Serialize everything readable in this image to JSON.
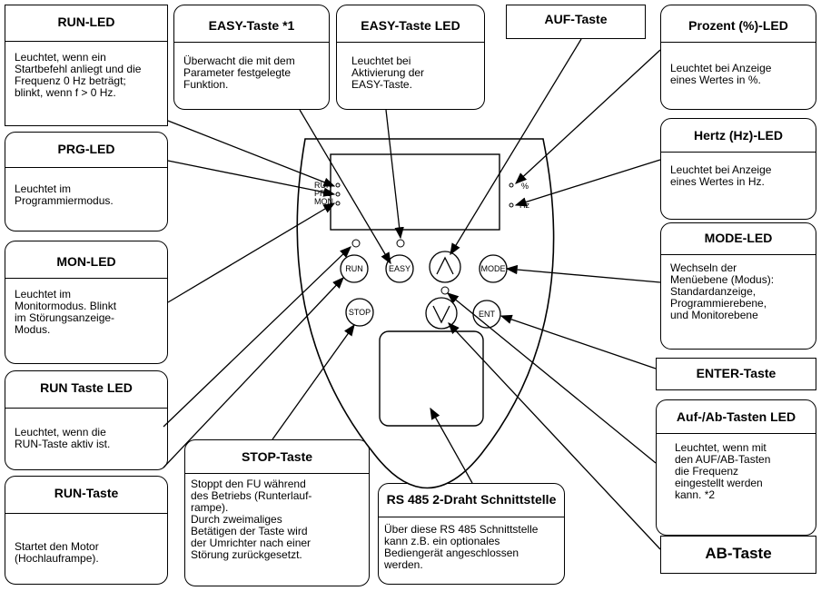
{
  "callouts": {
    "run_led": {
      "title": "RUN-LED",
      "text": "Leuchtet, wenn ein\nStartbefehl anliegt und die\nFrequenz 0 Hz beträgt;\nblinkt, wenn f > 0 Hz."
    },
    "easy_key": {
      "title": "EASY-Taste   *1",
      "text": "Überwacht die mit dem\nParameter festgelegte\nFunktion."
    },
    "easy_led": {
      "title": "EASY-Taste LED",
      "text": "Leuchtet bei\nAktivierung der\nEASY-Taste."
    },
    "up_key": {
      "title": "AUF-Taste"
    },
    "percent_led": {
      "title": "Prozent (%)-LED",
      "text": "Leuchtet bei Anzeige\neines Wertes in %."
    },
    "prg_led": {
      "title": "PRG-LED",
      "text": "Leuchtet im\nProgrammiermodus."
    },
    "hz_led": {
      "title": "Hertz (Hz)-LED",
      "text": "Leuchtet bei Anzeige\neines Wertes in Hz."
    },
    "mon_led": {
      "title": "MON-LED",
      "text": "Leuchtet im\nMonitormodus. Blinkt\nim Störungsanzeige-\nModus."
    },
    "mode_led": {
      "title": "MODE-LED",
      "text": "Wechseln der\nMenüebene (Modus):\nStandardanzeige,\nProgrammierebene,\nund Monitorebene"
    },
    "run_key_led": {
      "title": "RUN Taste LED",
      "text": "Leuchtet, wenn die\nRUN-Taste aktiv ist."
    },
    "enter_key": {
      "title": "ENTER-Taste"
    },
    "updown_led": {
      "title": "Auf-/Ab-Tasten LED",
      "text": "Leuchtet, wenn mit\nden AUF/AB-Tasten\ndie Frequenz\neingestellt werden\nkann.   *2"
    },
    "stop_key": {
      "title": "STOP-Taste",
      "text": "Stoppt den FU während\ndes Betriebs (Runterlauf-\nrampe).\nDurch zweimaliges\nBetätigen der Taste wird\nder Umrichter nach einer\nStörung zurückgesetzt."
    },
    "run_key": {
      "title": "RUN-Taste",
      "text": "Startet den Motor\n(Hochlauframpe)."
    },
    "rs485": {
      "title": "RS 485 2-Draht Schnittstelle",
      "text": "Über diese RS 485 Schnittstelle\nkann z.B. ein optionales\nBediengerät angeschlossen\nwerden."
    },
    "down_key": {
      "title": "AB-Taste"
    }
  },
  "panel": {
    "led_labels": "RUN\nPRG\nMON",
    "percent": "%",
    "hz": "Hz",
    "buttons": {
      "run": "RUN",
      "easy": "EASY",
      "mode": "MODE",
      "stop": "STOP",
      "ent": "ENT"
    }
  }
}
